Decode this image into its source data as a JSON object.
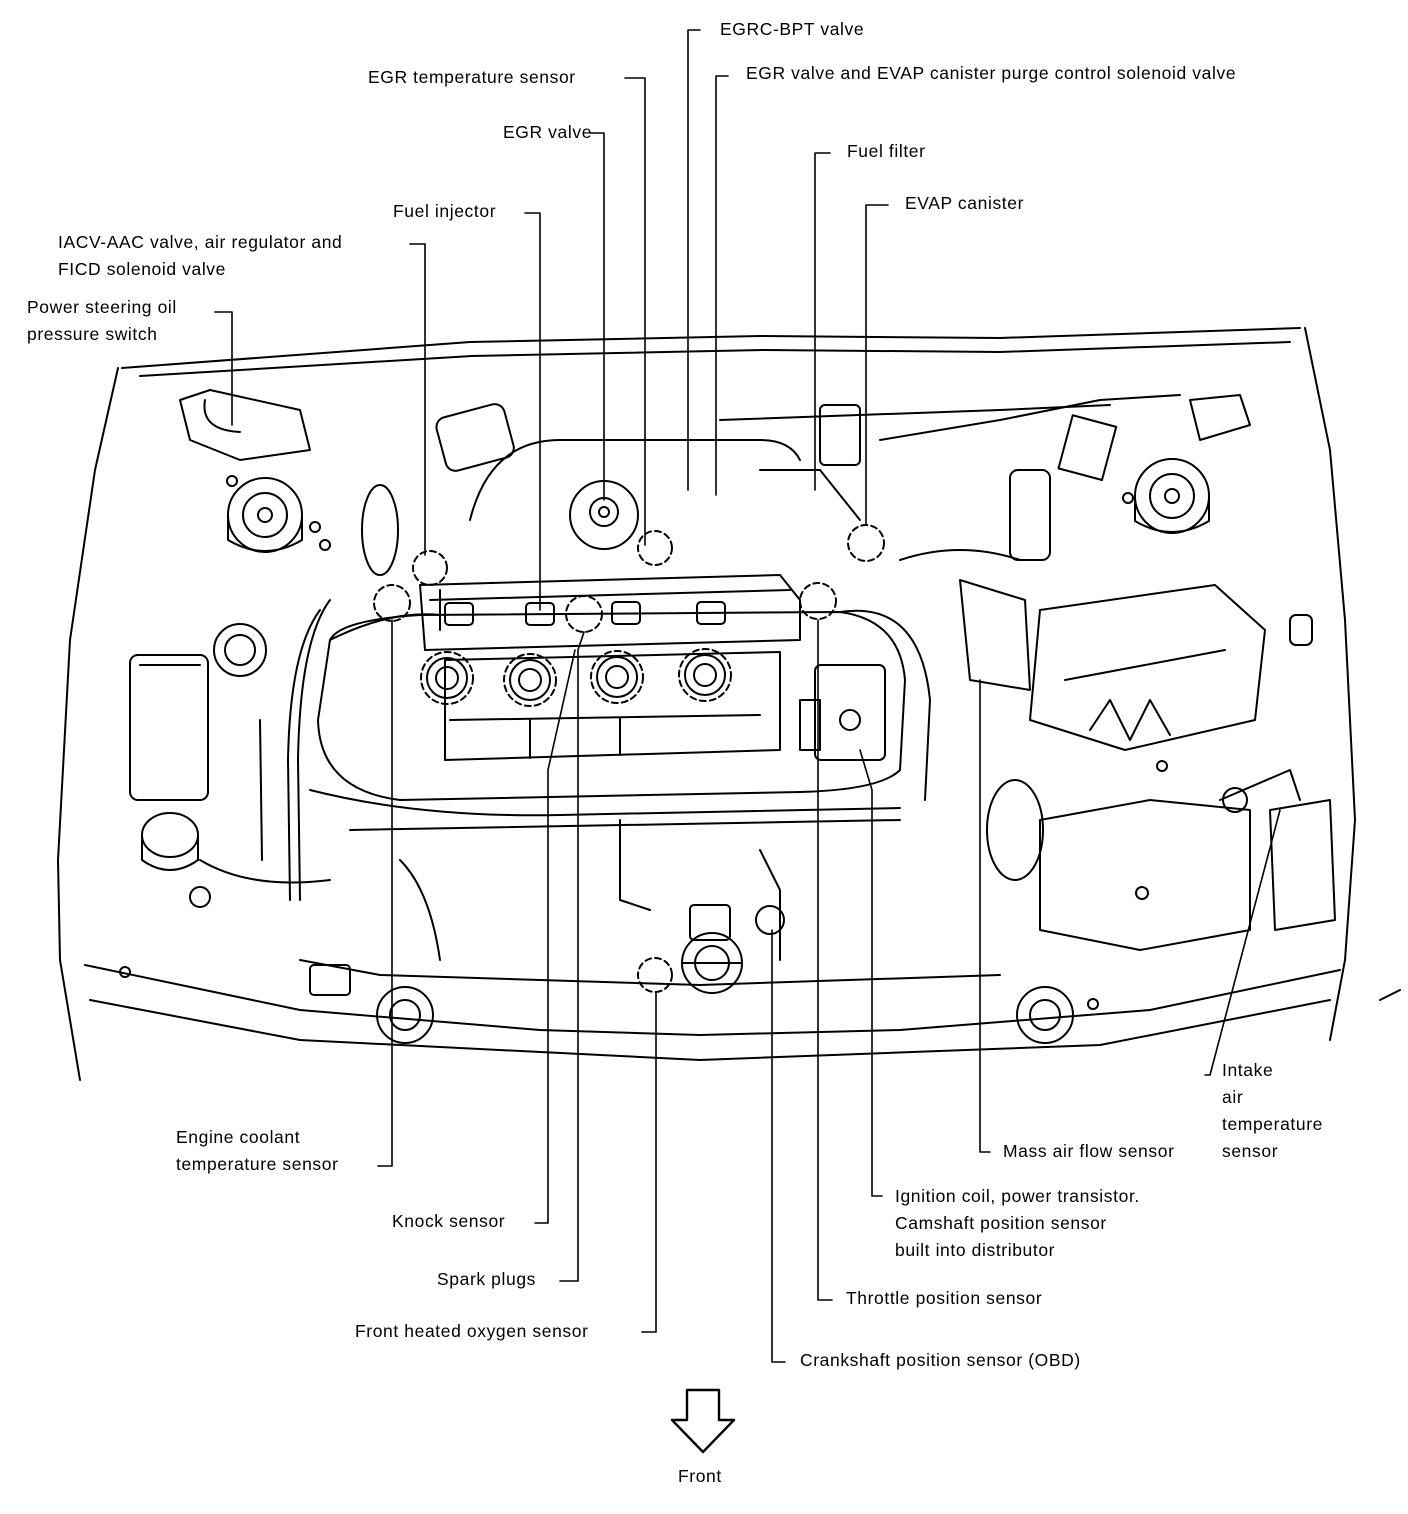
{
  "labels": {
    "egrc_bpt_valve": "EGRC-BPT valve",
    "egr_temp_sensor": "EGR temperature sensor",
    "egr_evap_solenoid": "EGR valve and EVAP canister purge control solenoid valve",
    "egr_valve": "EGR valve",
    "fuel_filter": "Fuel filter",
    "evap_canister": "EVAP canister",
    "fuel_injector": "Fuel injector",
    "iacv_aac": "IACV-AAC valve, air regulator and\nFICD solenoid valve",
    "ps_switch": "Power steering oil\npressure switch",
    "intake_air_temp": "Intake\nair\ntemperature\nsensor",
    "maf_sensor": "Mass air flow sensor",
    "ignition_coil": "Ignition coil, power transistor.\nCamshaft position sensor\nbuilt into distributor",
    "tps": "Throttle position sensor",
    "crank_sensor": "Crankshaft position sensor (OBD)",
    "ect_sensor": "Engine coolant\ntemperature sensor",
    "knock_sensor": "Knock sensor",
    "spark_plugs": "Spark plugs",
    "front_o2": "Front heated oxygen sensor",
    "front": "Front"
  }
}
